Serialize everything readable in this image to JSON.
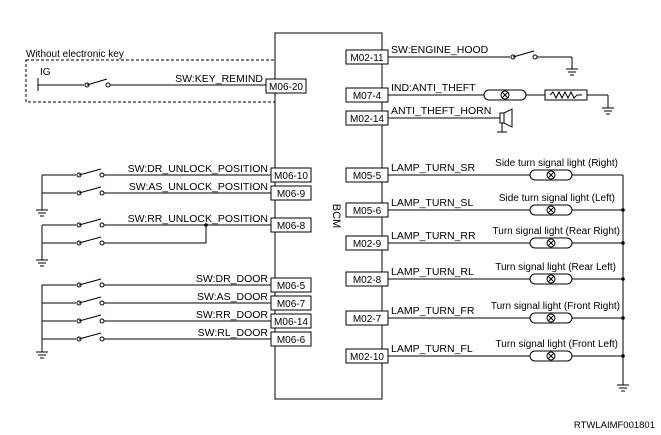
{
  "bcm_label": "BCM",
  "key_group_label": "Without electronic key",
  "ig_label": "IG",
  "left_circuits": [
    {
      "pin": "M06-20",
      "signal": "SW:KEY_REMIND"
    },
    {
      "pin": "M06-10",
      "signal": "SW:DR_UNLOCK_POSITION"
    },
    {
      "pin": "M06-9",
      "signal": "SW:AS_UNLOCK_POSITION"
    },
    {
      "pin": "M06-8",
      "signal": "SW:RR_UNLOCK_POSITION"
    },
    {
      "pin": "M06-5",
      "signal": "SW:DR_DOOR"
    },
    {
      "pin": "M06-7",
      "signal": "SW:AS_DOOR"
    },
    {
      "pin": "M06-14",
      "signal": "SW:RR_DOOR"
    },
    {
      "pin": "M06-6",
      "signal": "SW:RL_DOOR"
    }
  ],
  "right_circuits": [
    {
      "pin": "M02-11",
      "signal": "SW:ENGINE_HOOD"
    },
    {
      "pin": "M07-4",
      "signal": "IND:ANTI_THEFT"
    },
    {
      "pin": "M02-14",
      "signal": "ANTI_THEFT_HORN"
    }
  ],
  "lamp_circuits": [
    {
      "pin": "M05-5",
      "signal": "LAMP_TURN_SR",
      "caption": "Side turn signal light (Right)"
    },
    {
      "pin": "M05-6",
      "signal": "LAMP_TURN_SL",
      "caption": "Side turn signal light (Left)"
    },
    {
      "pin": "M02-9",
      "signal": "LAMP_TURN_RR",
      "caption": "Turn signal light (Rear Right)"
    },
    {
      "pin": "M02-8",
      "signal": "LAMP_TURN_RL",
      "caption": "Turn signal light (Rear Left)"
    },
    {
      "pin": "M02-7",
      "signal": "LAMP_TURN_FR",
      "caption": "Turn signal light (Front Right)"
    },
    {
      "pin": "M02-10",
      "signal": "LAMP_TURN_FL",
      "caption": "Turn signal light (Front Left)"
    }
  ],
  "footer_code": "RTWLAIMF001801"
}
